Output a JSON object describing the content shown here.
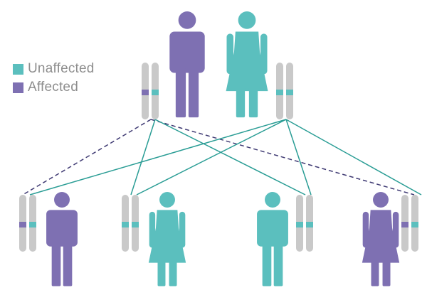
{
  "colors": {
    "unaffected": "#5bbfbe",
    "affected": "#7e70b2",
    "chromosome": "#c9c9c9",
    "dashed_line": "#3f3a73",
    "solid_line": "#2a9d95"
  },
  "legend": {
    "items": [
      {
        "label": "Unaffected",
        "status": "unaffected"
      },
      {
        "label": "Affected",
        "status": "affected"
      }
    ]
  },
  "pedigree": {
    "parents": [
      {
        "role": "father",
        "sex": "male",
        "status": "affected",
        "allele_bands": [
          "affected",
          "unaffected"
        ]
      },
      {
        "role": "mother",
        "sex": "female",
        "status": "unaffected",
        "allele_bands": [
          "unaffected",
          "unaffected"
        ]
      }
    ],
    "children": [
      {
        "sex": "male",
        "status": "affected",
        "allele_bands": [
          "affected",
          "unaffected"
        ]
      },
      {
        "sex": "female",
        "status": "unaffected",
        "allele_bands": [
          "unaffected",
          "unaffected"
        ]
      },
      {
        "sex": "male",
        "status": "unaffected",
        "allele_bands": [
          "unaffected",
          "unaffected"
        ]
      },
      {
        "sex": "female",
        "status": "affected",
        "allele_bands": [
          "affected",
          "unaffected"
        ]
      }
    ]
  }
}
